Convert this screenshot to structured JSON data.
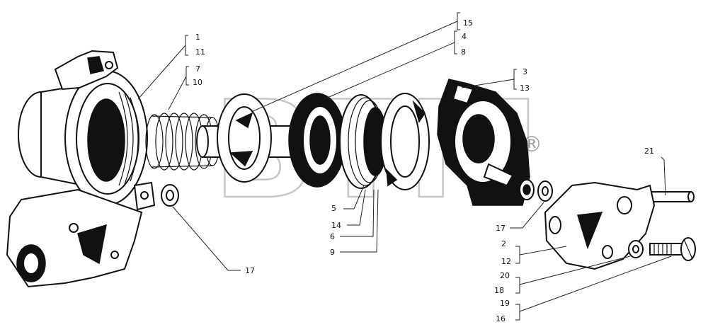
{
  "watermark": {
    "text": "BTM",
    "registered": "®"
  },
  "callouts": {
    "c1": "1",
    "c11": "11",
    "c7": "7",
    "c10": "10",
    "c15": "15",
    "c4": "4",
    "c8": "8",
    "c3": "3",
    "c13": "13",
    "c21": "21",
    "c17a": "17",
    "c17b": "17",
    "c5": "5",
    "c14": "14",
    "c6": "6",
    "c9": "9",
    "c2": "2",
    "c12": "12",
    "c20": "20",
    "c18": "18",
    "c19": "19",
    "c16": "16"
  }
}
